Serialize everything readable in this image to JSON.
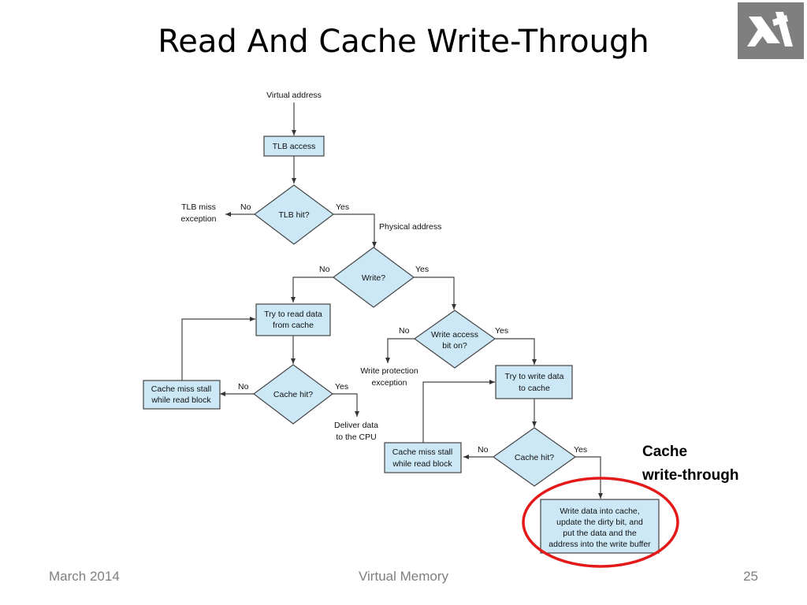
{
  "title": "Read And Cache Write-Through",
  "logo": {
    "icon": "institution-logo-icon",
    "background": "#7f7f7f"
  },
  "diagram": {
    "start": "Virtual address",
    "tlb_access": "TLB access",
    "tlb_hit": "TLB hit?",
    "tlb_miss_line1": "TLB miss",
    "tlb_miss_line2": "exception",
    "physical_address": "Physical address",
    "write_q": "Write?",
    "read_try_line1": "Try to read data",
    "read_try_line2": "from cache",
    "cache_hit_read": "Cache hit?",
    "miss_stall_read_line1": "Cache miss stall",
    "miss_stall_read_line2": "while read block",
    "deliver_line1": "Deliver data",
    "deliver_line2": "to the CPU",
    "write_access_line1": "Write access",
    "write_access_line2": "bit on?",
    "write_protect_line1": "Write protection",
    "write_protect_line2": "exception",
    "write_try_line1": "Try to write data",
    "write_try_line2": "to cache",
    "cache_hit_write": "Cache hit?",
    "miss_stall_write_line1": "Cache miss stall",
    "miss_stall_write_line2": "while read block",
    "write_data_line1": "Write data into cache,",
    "write_data_line2": "update the dirty bit, and",
    "write_data_line3": "put the data and the",
    "write_data_line4": "address into the write buffer",
    "yes": "Yes",
    "no": "No",
    "node_fill": "#cce8f6",
    "highlight_color": "#e3191a"
  },
  "annotation": {
    "line1": "Cache",
    "line2": "write-through"
  },
  "footer": {
    "date": "March 2014",
    "topic": "Virtual Memory",
    "page": "25"
  }
}
